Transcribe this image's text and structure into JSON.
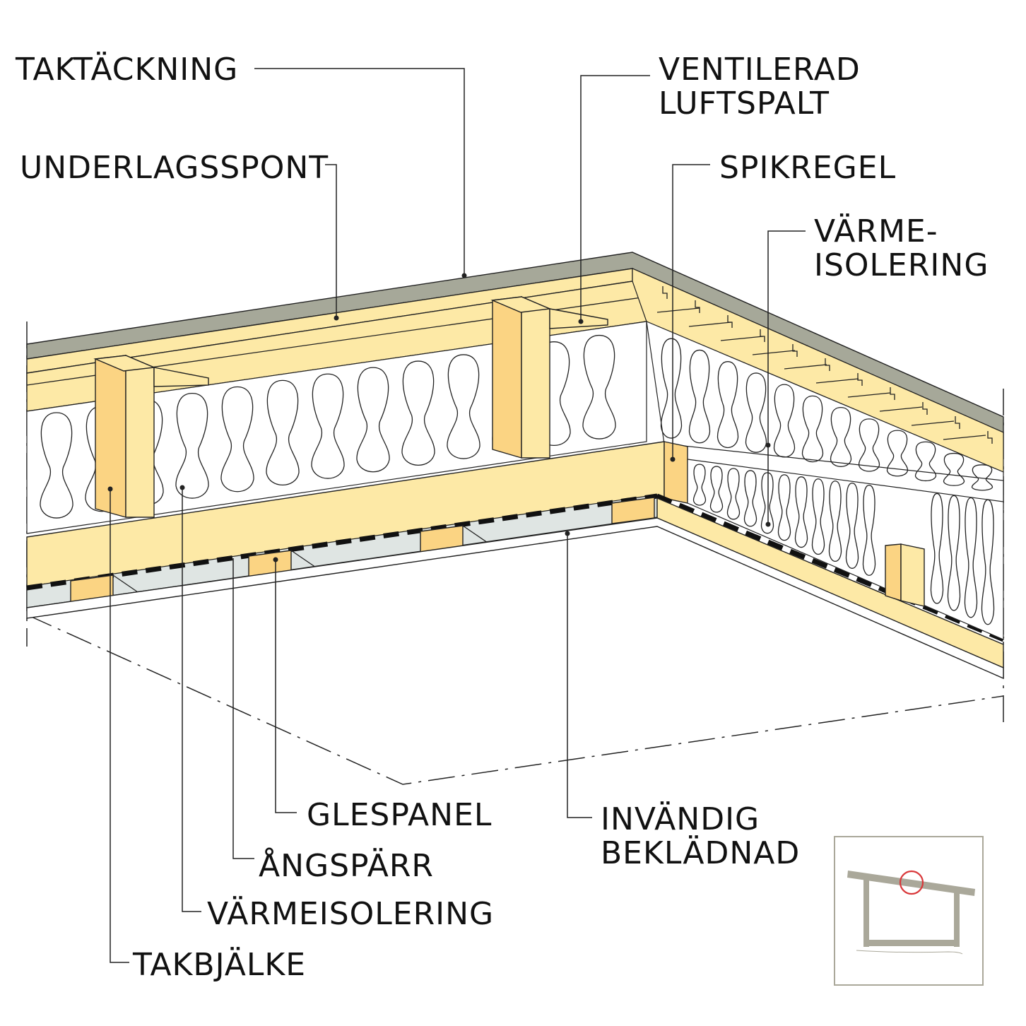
{
  "labels": {
    "taktackning": "TAKTÄCKNING",
    "ventilerad_1": "VENTILERAD",
    "ventilerad_2": "LUFTSPALT",
    "underlagsspont": "UNDERLAGSSPONT",
    "spikregel": "SPIKREGEL",
    "varme_top_1": "VÄRME-",
    "varme_top_2": "ISOLERING",
    "glespanel": "GLESPANEL",
    "invandig_1": "INVÄNDIG",
    "invandig_2": "BEKLÄDNAD",
    "angsparr": "ÅNGSPÄRR",
    "varmeisolering": "VÄRMEISOLERING",
    "takbjalke": "TAKBJÄLKE"
  },
  "colors": {
    "wood_light": "#fde9a6",
    "wood_side": "#fbd483",
    "roofing": "#a6a899",
    "vapour_barrier_foil": "#dfe5e3",
    "key_house": "#aaa89a",
    "key_marker": "#d9383a"
  },
  "key_plan": {
    "description_icon": "house-section-key-icon"
  }
}
